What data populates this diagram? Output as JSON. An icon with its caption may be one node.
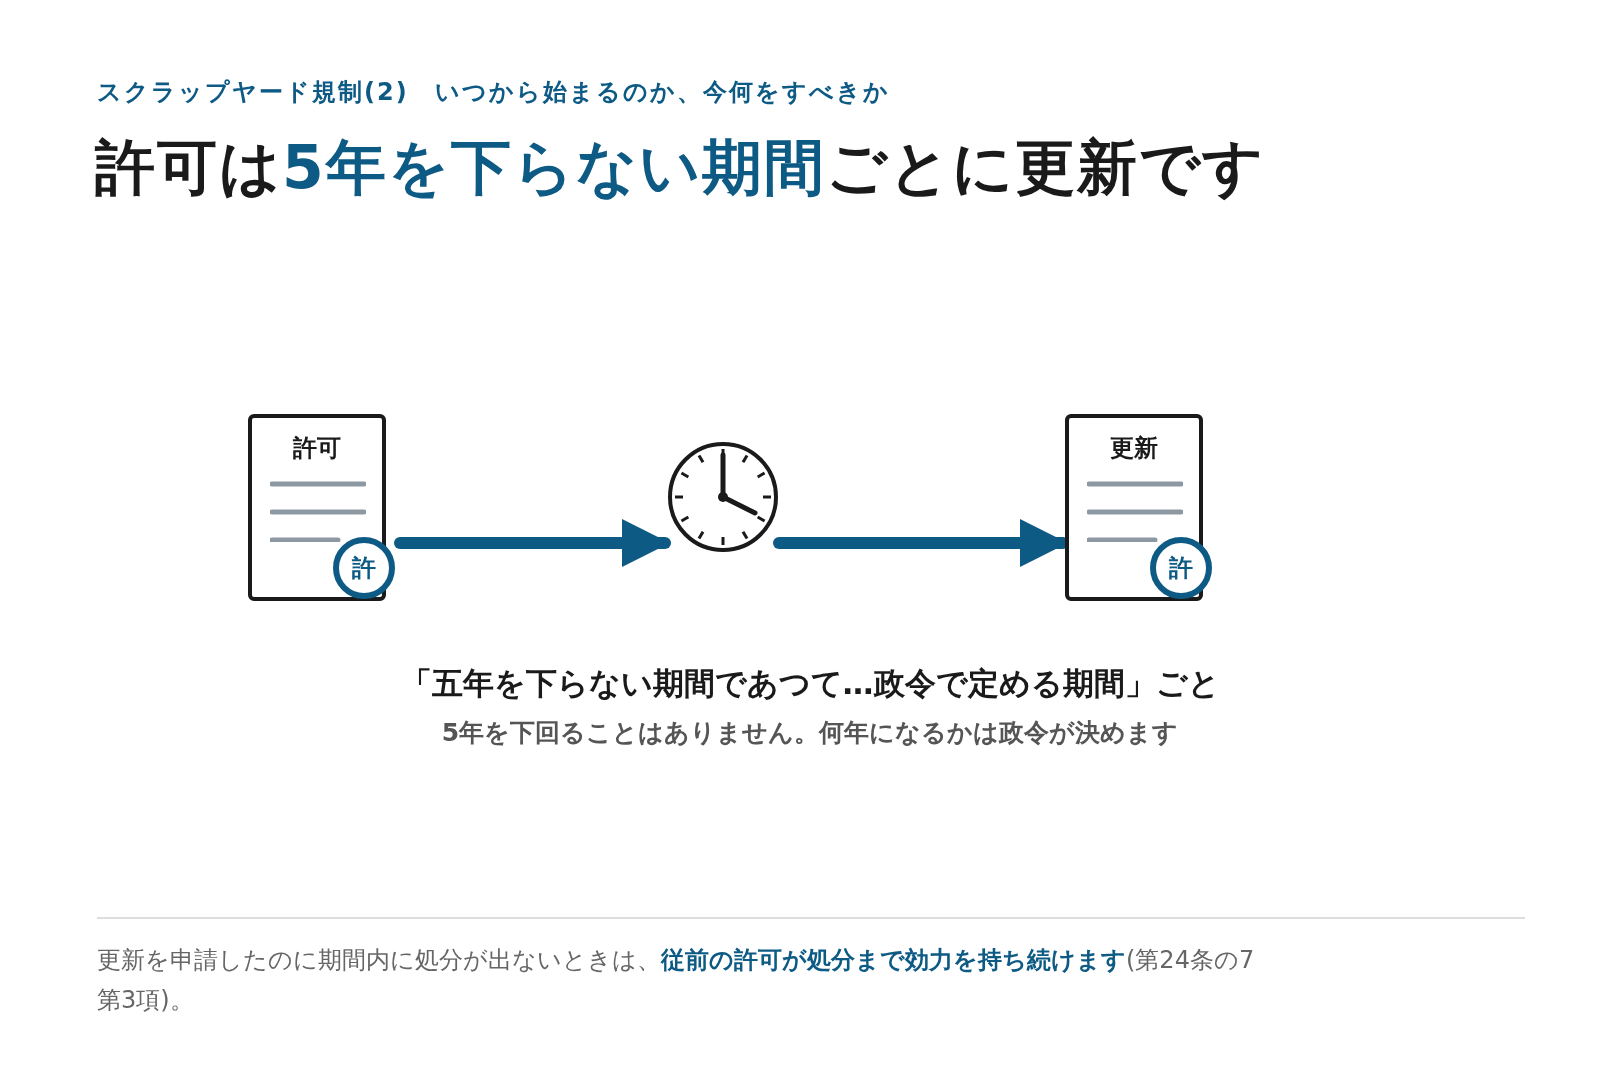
{
  "diagram": {
    "title": "許可は**5年を下らない期間**ごとに更新です",
    "nodes": [
      {
        "text": [
          "許可"
        ]
      },
      {
        "text": [
          "許"
        ]
      },
      {
        "text": [],
        "shape": "clock"
      },
      {
        "text": [
          "更新"
        ]
      },
      {
        "text": [
          "許"
        ]
      }
    ],
    "edges": [
      {
        "from": 0,
        "to": 2,
        "arrow": "to"
      },
      {
        "from": 2,
        "to": 3,
        "arrow": "to"
      }
    ],
    "labels": [
      "スクラップヤード規制(2)　いつから始まるのか、今何をすべきか",
      "「五年を下らない期間であつて…政令で定める期間」ごと",
      "5年を下回ることはありません。何年になるかは政令が決めます",
      "更新を申請したのに期間内に処分が出ないときは、**従前の許可が処分まで効力を持ち続けます**(第24条の7第3項)。"
    ]
  }
}
